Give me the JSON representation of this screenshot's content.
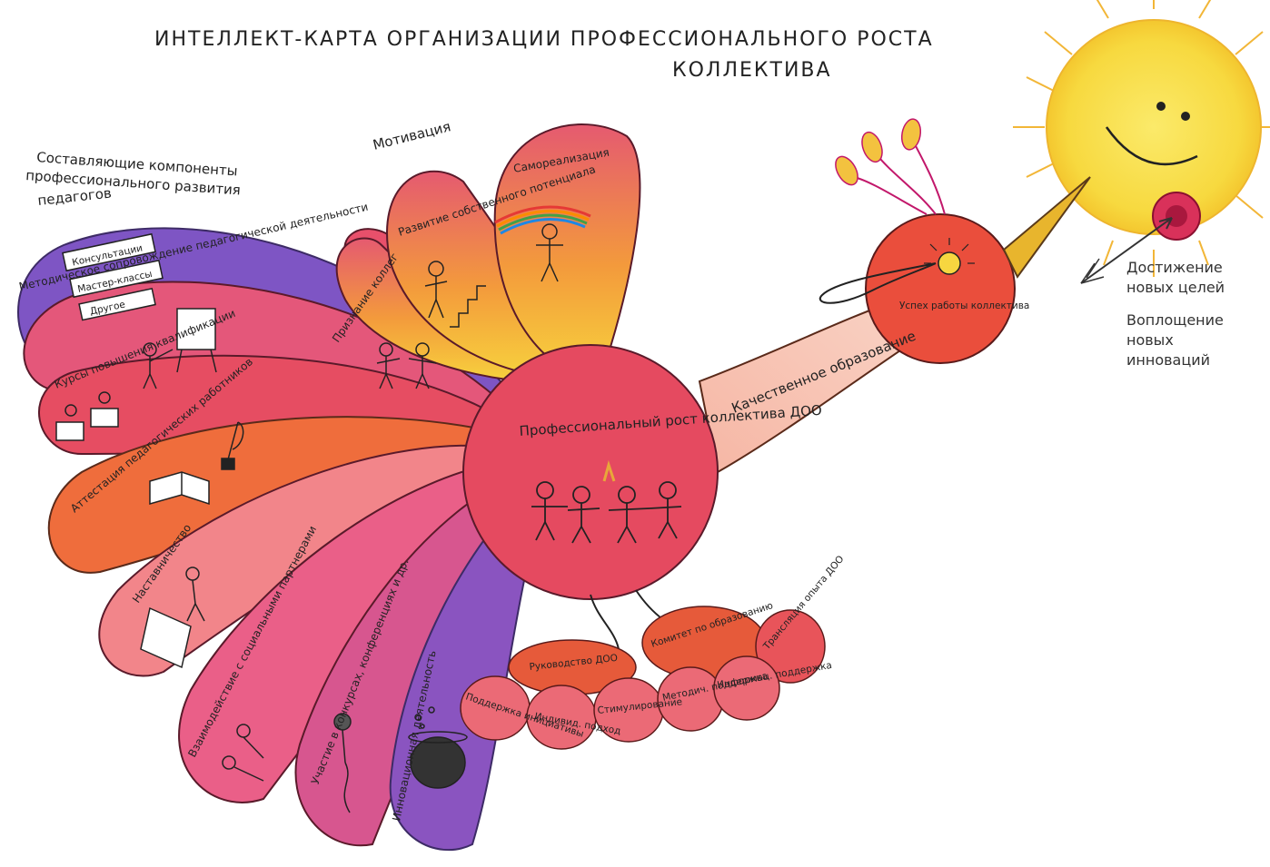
{
  "title": {
    "line1": "ИНТЕЛЛЕКТ-КАРТА ОРГАНИЗАЦИИ ПРОФЕССИОНАЛЬНОГО РОСТА",
    "line2": "КОЛЛЕКТИВА"
  },
  "components_heading": {
    "line1": "Составляющие компоненты",
    "line2": "профессионального развития",
    "line3": "педагогов"
  },
  "motivation": {
    "heading": "Мотивация",
    "petals": [
      {
        "label": "Признание коллег"
      },
      {
        "label": "Развитие собственного потенциала"
      },
      {
        "label": "Самореализация"
      }
    ]
  },
  "tail_feathers": [
    {
      "label": "Методическое сопровождение педагогической деятельности",
      "items": [
        "Консультации",
        "Мастер-классы",
        "Другое"
      ]
    },
    {
      "label": "Курсы повышения квалификации"
    },
    {
      "label": "Аттестация педагогических работников"
    },
    {
      "label": "Наставничество"
    },
    {
      "label": "Взаимодействие с социальными партнерами"
    },
    {
      "label": "Участие в конкурсах, конференциях и др."
    },
    {
      "label": "Инновационная деятельность"
    }
  ],
  "body": {
    "label": "Профессиональный рост коллектива ДОО"
  },
  "neck": {
    "label": "Качественное образование"
  },
  "head": {
    "label": "Успех работы коллектива"
  },
  "feet": {
    "upper": [
      "Руководство ДОО",
      "Комитет по образованию",
      "Трансляция опыта ДОО"
    ],
    "lower": [
      "Поддержка инициативы",
      "Индивид. подход",
      "Стимулирование",
      "Методич. поддержка",
      "Информац. поддержка"
    ]
  },
  "goals": {
    "line1": "Достижение",
    "line2": "новых целей",
    "line3": "Воплощение",
    "line4": "новых",
    "line5": "инноваций"
  },
  "colors": {
    "purple": "#7b4fc0",
    "pink": "#e0436b",
    "orange": "#ee6a3a",
    "red": "#e8434a",
    "yellow": "#f7d640",
    "beak": "#e7b32b",
    "sun": "#f9e24c"
  }
}
